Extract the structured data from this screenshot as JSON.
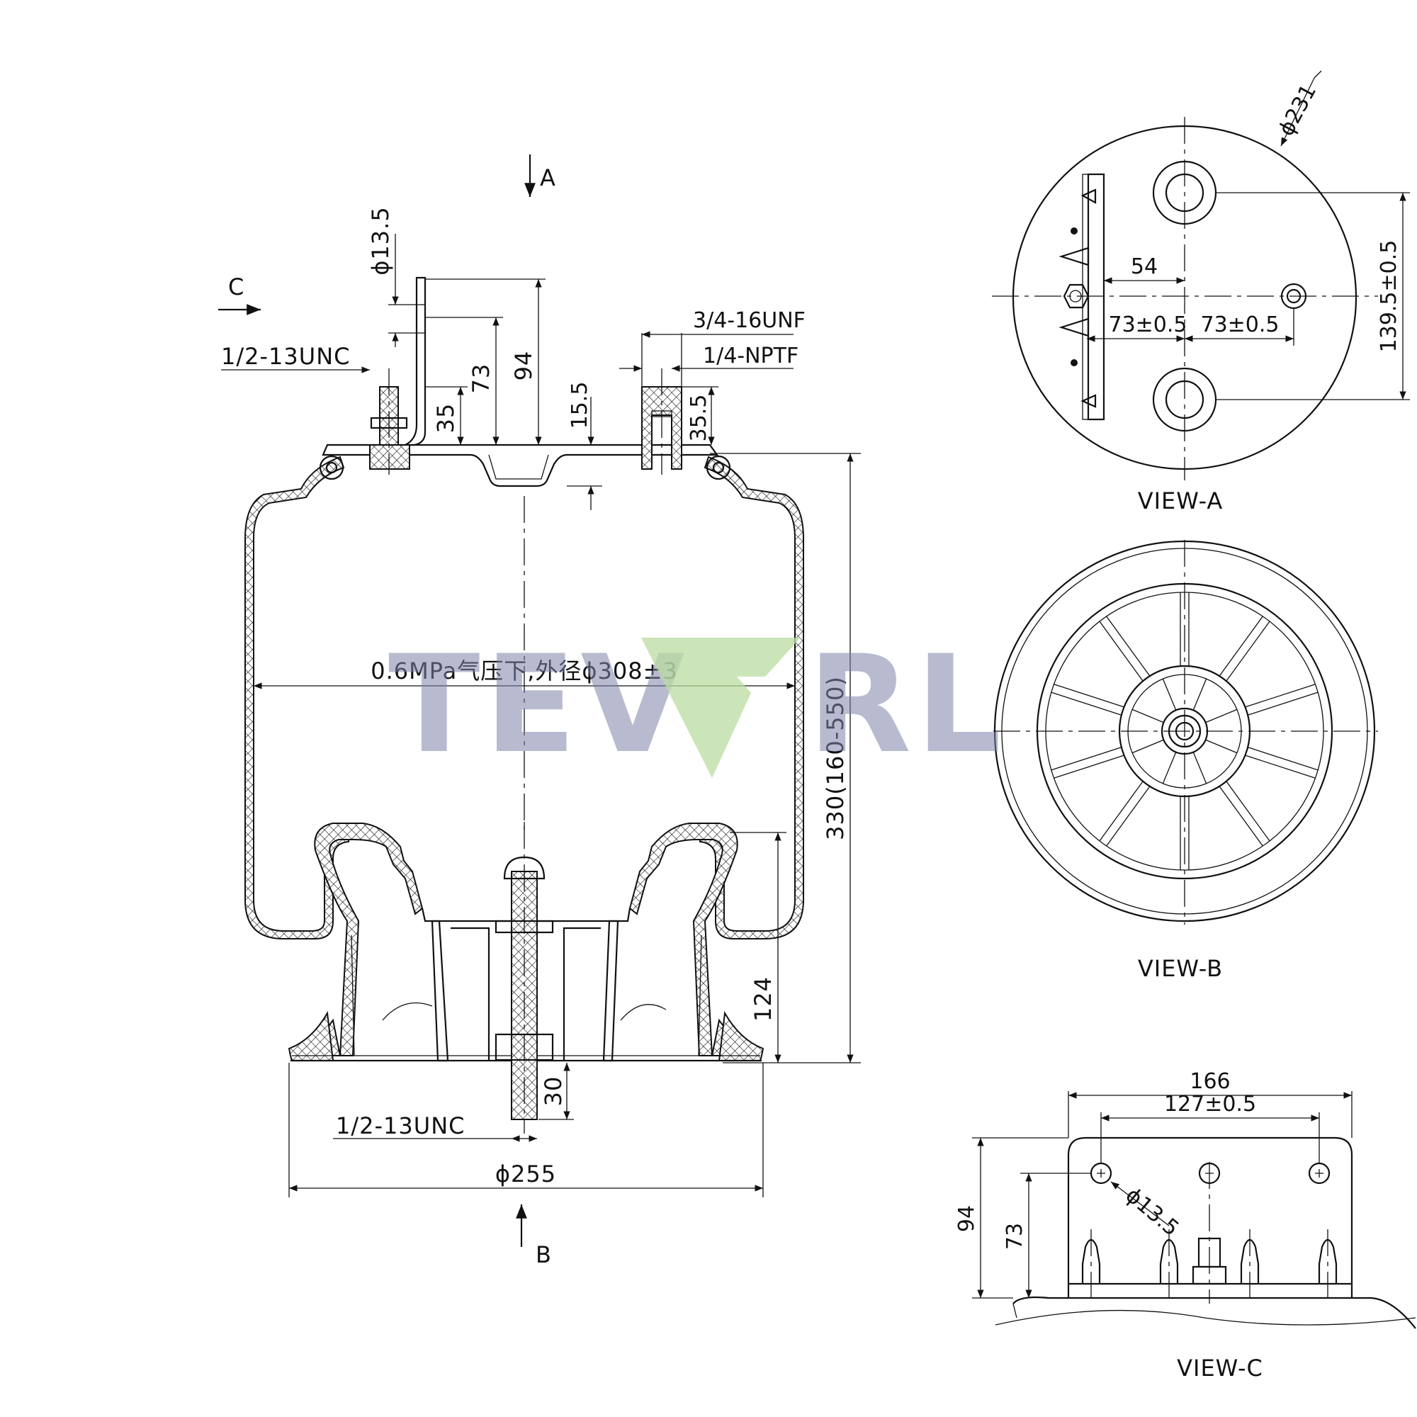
{
  "watermark": {
    "text_left": "TEV",
    "text_right": "RL"
  },
  "main_view": {
    "arrow_a": "A",
    "arrow_b": "B",
    "arrow_c": "C",
    "stud_thread_top": "1/2-13UNC",
    "hole_dia": "ϕ13.5",
    "dim_35": "35",
    "dim_73": "73",
    "dim_94": "94",
    "dim_15_5": "15.5",
    "fitting_thread": "3/4-16UNF",
    "port_thread": "1/4-NPTF",
    "dim_35_5": "35.5",
    "pressure_note": "0.6MPa气压下,外径ϕ308±3",
    "height": "330(160-550)",
    "dim_124": "124",
    "dim_30": "30",
    "stud_thread_bottom": "1/2-13UNC",
    "base_dia": "ϕ255"
  },
  "view_a": {
    "title": "VIEW-A",
    "dia": "ϕ231",
    "dim_54": "54",
    "dim_73_left": "73±0.5",
    "dim_73_right": "73±0.5",
    "dim_139": "139.5±0.5"
  },
  "view_b": {
    "title": "VIEW-B"
  },
  "view_c": {
    "title": "VIEW-C",
    "dim_166": "166",
    "dim_127": "127±0.5",
    "dim_94": "94",
    "dim_73": "73",
    "hole_dia": "ϕ13.5"
  },
  "colors": {
    "line": "#111111",
    "watermark_text": "#7f82aa",
    "watermark_logo": "#b9dca0"
  }
}
